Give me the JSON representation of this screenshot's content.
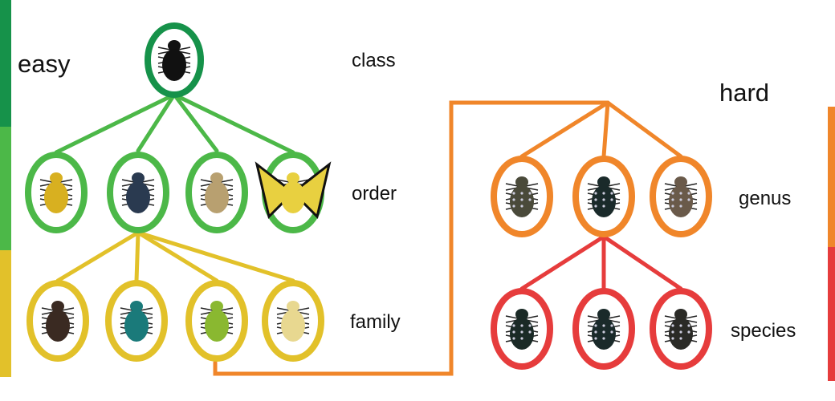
{
  "labels": {
    "easy": "easy",
    "hard": "hard",
    "class": "class",
    "order": "order",
    "family": "family",
    "genus": "genus",
    "species": "species"
  },
  "colors": {
    "class": "#16924a",
    "order": "#4cb848",
    "family": "#e2c12a",
    "genus": "#f0862a",
    "species": "#e63c3c"
  },
  "taxonomy": {
    "class": [
      "ant"
    ],
    "order": [
      "wasp",
      "dung-beetle",
      "fly",
      "butterfly"
    ],
    "family": [
      "stag-beetle",
      "weevil",
      "green-chafer",
      "longhorn-beetle"
    ],
    "genus": [
      "flower-chafer-a",
      "flower-chafer-b",
      "flower-chafer-c"
    ],
    "species": [
      "spotted-chafer-a",
      "spotted-chafer-b",
      "spotted-chafer-c"
    ]
  }
}
